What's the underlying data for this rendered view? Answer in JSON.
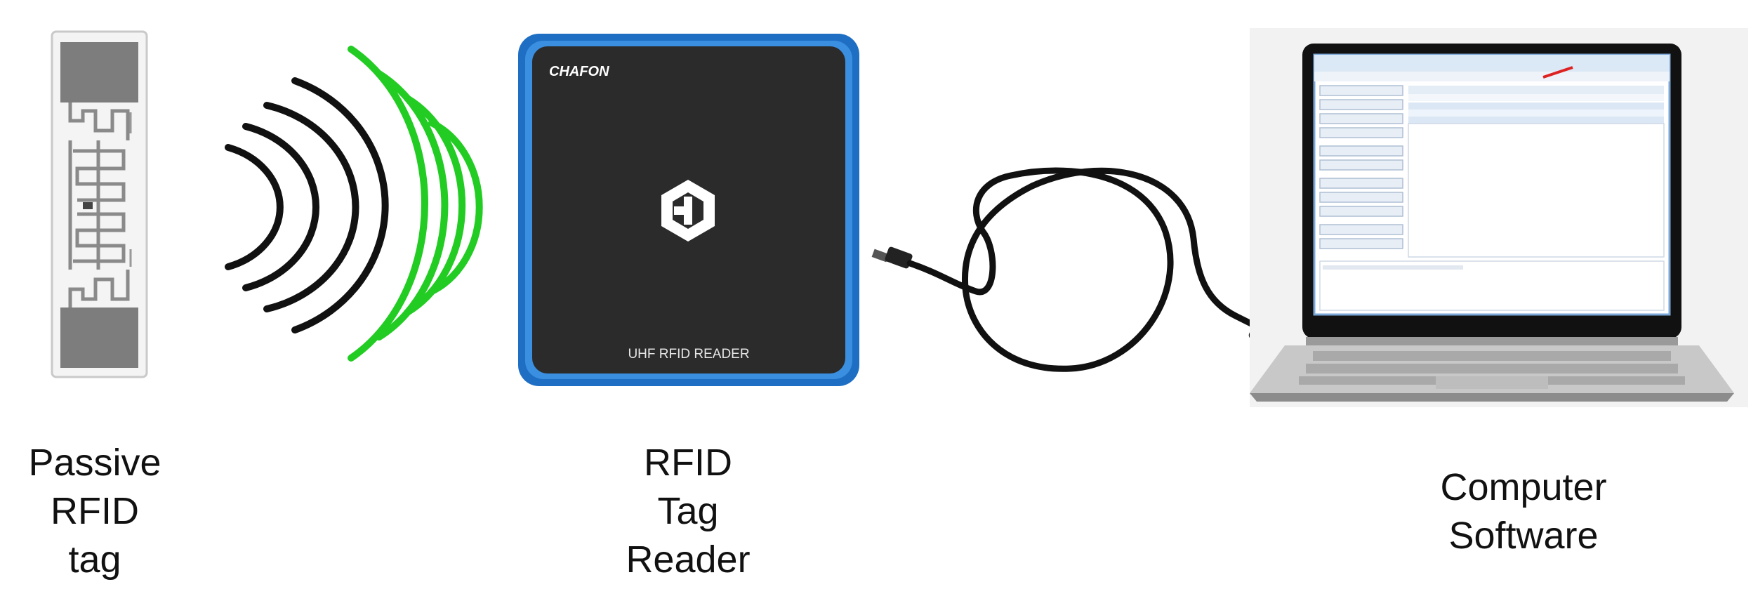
{
  "captions": {
    "tag": [
      "Passive",
      "RFID",
      "tag"
    ],
    "reader": [
      "RFID",
      "Tag",
      "Reader"
    ],
    "software": [
      "Computer",
      "Software"
    ]
  },
  "reader_device": {
    "brand": "CHAFON",
    "label": "UHF RFID READER",
    "body_color": "#2b2b2b",
    "frame_color": "#1e6fc4"
  },
  "waves": {
    "color_signal": "#22cc22",
    "color_response": "#111111"
  },
  "icons": {
    "tag": "rfid-tag-icon",
    "waves": "radio-waves-icon",
    "reader": "rfid-reader-icon",
    "cable": "usb-cable-icon",
    "laptop": "laptop-icon"
  }
}
